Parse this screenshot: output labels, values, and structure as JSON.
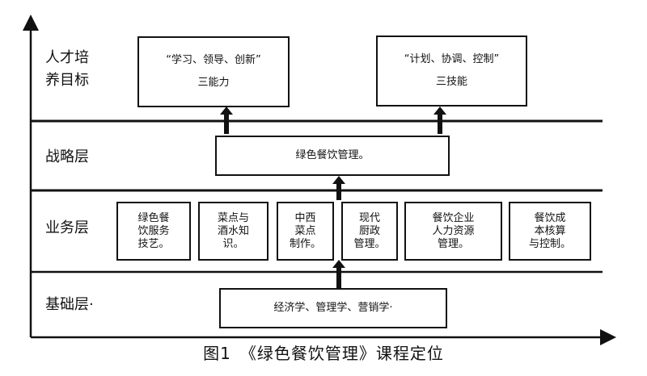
{
  "levels": {
    "talent": "人才培\n养目标",
    "strategy": "战略层",
    "business": "业务层",
    "foundation": "基础层·"
  },
  "boxes": {
    "goal_left": {
      "line1": "“学习、领导、创新”",
      "line2": "三能力"
    },
    "goal_right": {
      "line1": "“计划、协调、控制”",
      "line2": "三技能"
    },
    "strategy": "绿色餐饮管理。",
    "business": [
      "绿色餐\n饮服务\n技艺。",
      "菜点与\n酒水知\n识。",
      "中西\n菜点\n制作。",
      "现代\n厨政\n管理。",
      "餐饮企业\n人力资源\n管理。",
      "餐饮成\n本核算\n与控制。"
    ],
    "foundation": "经济学、管理学、营销学·"
  },
  "caption": "图1　《绿色餐饮管理》课程定位"
}
